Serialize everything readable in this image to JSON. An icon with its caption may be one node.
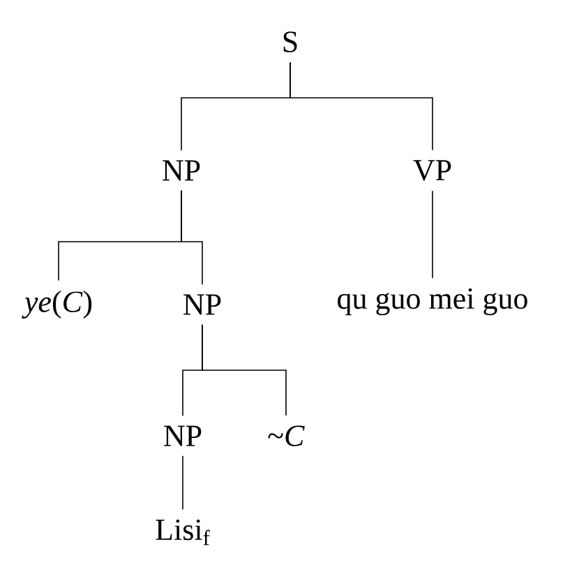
{
  "diagram": {
    "nodes": [
      {
        "text": [
          "S"
        ]
      },
      {
        "text": [
          "NP"
        ]
      },
      {
        "text": [
          "VP"
        ]
      },
      {
        "text": [
          "*ye*(*C*)"
        ]
      },
      {
        "text": [
          "NP"
        ]
      },
      {
        "text": [
          "qu guo mei guo"
        ]
      },
      {
        "text": [
          "NP"
        ]
      },
      {
        "text": [
          "~*C*"
        ]
      },
      {
        "text": [
          "Lisi$_{f}$"
        ]
      }
    ],
    "edges": [
      {
        "from": 0,
        "to": 1,
        "arrow": "none"
      },
      {
        "from": 0,
        "to": 2,
        "arrow": "none"
      },
      {
        "from": 1,
        "to": 3,
        "arrow": "none"
      },
      {
        "from": 1,
        "to": 4,
        "arrow": "none"
      },
      {
        "from": 2,
        "to": 5,
        "arrow": "none"
      },
      {
        "from": 4,
        "to": 6,
        "arrow": "none"
      },
      {
        "from": 4,
        "to": 7,
        "arrow": "none"
      },
      {
        "from": 6,
        "to": 8,
        "arrow": "none"
      }
    ]
  }
}
